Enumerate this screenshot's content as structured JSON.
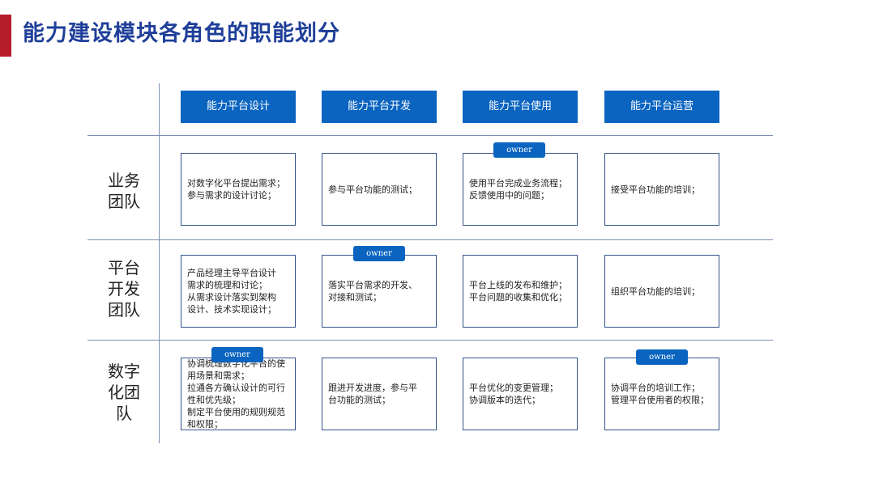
{
  "title": "能力建设模块各角色的职能划分",
  "columns": [
    "能力平台设计",
    "能力平台开发",
    "能力平台使用",
    "能力平台运营"
  ],
  "rows": [
    {
      "label": "业务\n团队",
      "cells": [
        "对数字化平台提出需求；\n参与需求的设计讨论；",
        "参与平台功能的测试；",
        "使用平台完成业务流程；\n反馈使用中的问题；",
        "接受平台功能的培训；"
      ]
    },
    {
      "label": "平台\n开发\n团队",
      "cells": [
        "产品经理主导平台设计\n需求的梳理和讨论；\n从需求设计落实到架构\n设计、技术实现设计；",
        "落实平台需求的开发、\n对接和测试；",
        "平台上线的发布和维护；\n平台问题的收集和优化；",
        "组织平台功能的培训；"
      ]
    },
    {
      "label": "数字\n化团\n队",
      "cells": [
        "协调梳理数字化平台的使\n用场景和需求；\n拉通各方确认设计的可行\n性和优先级；\n制定平台使用的规则规范\n和权限；",
        "跟进开发进度，参与平\n台功能的测试；",
        "平台优化的变更管理；\n协调版本的迭代；",
        "协调平台的培训工作；\n管理平台使用者的权限；"
      ]
    }
  ],
  "owner_label": "owner",
  "colors": {
    "accent": "#b71c2b",
    "title": "#1f3f99",
    "header_fill": "#0a64c0",
    "cell_border": "#33558a",
    "grid_line": "#7d8fb3"
  }
}
